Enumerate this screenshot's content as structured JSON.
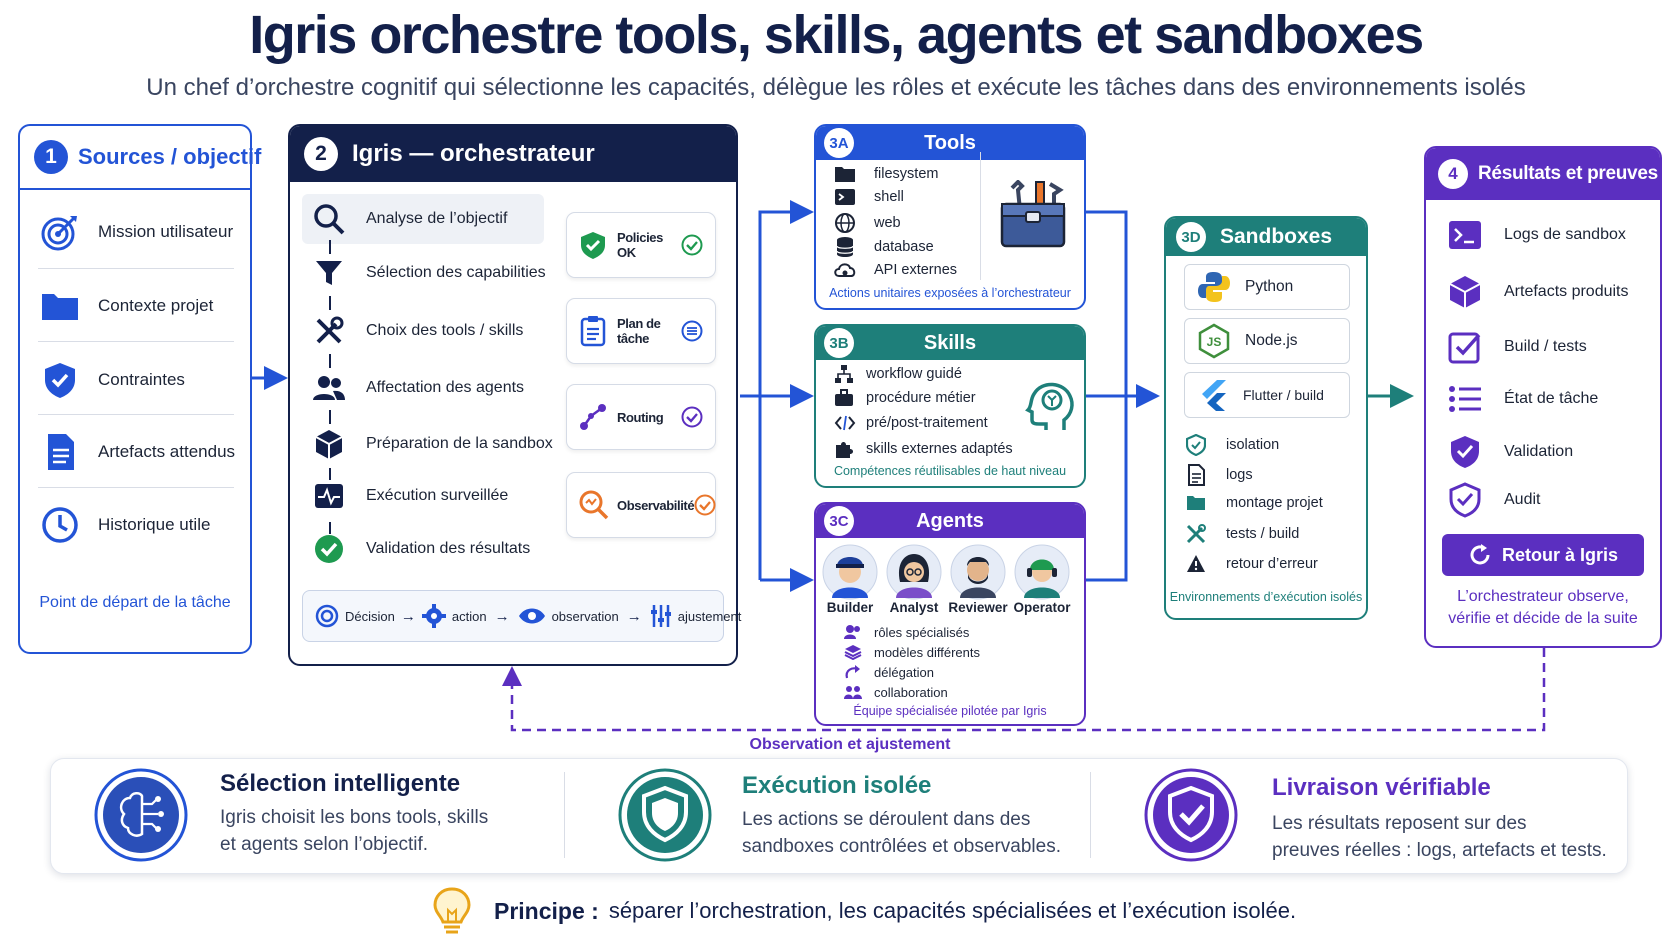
{
  "title": "Igris orchestre tools, skills, agents et sandboxes",
  "subtitle": "Un chef d’orchestre cognitif qui sélectionne les capacités, délègue les rôles et exécute les tâches dans des environnements isolés",
  "colors": {
    "navy": "#13204a",
    "blue": "#2354d6",
    "teal": "#1e7f7a",
    "purple": "#5b2fc0",
    "green": "#1e9a50",
    "orange": "#e9762b"
  },
  "sources": {
    "num": "1",
    "title": "Sources / objectif",
    "items": [
      "Mission utilisateur",
      "Contexte projet",
      "Contraintes",
      "Artefacts attendus",
      "Historique utile"
    ],
    "footer": "Point de départ de la tâche"
  },
  "orch": {
    "num": "2",
    "title": "Igris — orchestrateur",
    "steps": [
      "Analyse de l’objectif",
      "Sélection des capabilities",
      "Choix des tools / skills",
      "Affectation des agents",
      "Préparation de la sandbox",
      "Exécution surveillée",
      "Validation des résultats"
    ],
    "checks": [
      "Policies OK",
      "Plan de tâche",
      "Routing",
      "Observabilité"
    ],
    "loop": [
      "Décision",
      "action",
      "observation",
      "ajustement"
    ]
  },
  "tools": {
    "num": "3A",
    "title": "Tools",
    "items": [
      "filesystem",
      "shell",
      "web",
      "database",
      "API externes"
    ],
    "footer": "Actions unitaires exposées à l’orchestrateur"
  },
  "skills": {
    "num": "3B",
    "title": "Skills",
    "items": [
      "workflow guidé",
      "procédure métier",
      "pré/post-traitement",
      "skills externes adaptés"
    ],
    "footer": "Compétences réutilisables de haut niveau"
  },
  "agents": {
    "num": "3C",
    "title": "Agents",
    "roles": [
      "Builder",
      "Analyst",
      "Reviewer",
      "Operator"
    ],
    "items": [
      "rôles spécialisés",
      "modèles différents",
      "délégation",
      "collaboration"
    ],
    "footer": "Équipe spécialisée pilotée par Igris"
  },
  "sandboxes": {
    "num": "3D",
    "title": "Sandboxes",
    "runtimes": [
      "Python",
      "Node.js",
      "Flutter / build"
    ],
    "items": [
      "isolation",
      "logs",
      "montage projet",
      "tests / build",
      "retour d’erreur"
    ],
    "footer": "Environnements d’exécution isolés"
  },
  "results": {
    "num": "4",
    "title": "Résultats et preuves",
    "items": [
      "Logs de sandbox",
      "Artefacts produits",
      "Build / tests",
      "État de tâche",
      "Validation",
      "Audit"
    ],
    "button": "Retour à Igris",
    "footer_l1": "L’orchestrateur observe,",
    "footer_l2": "vérifie et décide de la suite"
  },
  "feedback_label": "Observation et ajustement",
  "benefits": [
    {
      "title": "Sélection intelligente",
      "l1": "Igris choisit les bons tools, skills",
      "l2": "et agents selon l’objectif."
    },
    {
      "title": "Exécution isolée",
      "l1": "Les actions se déroulent dans des",
      "l2": "sandboxes contrôlées et observables."
    },
    {
      "title": "Livraison vérifiable",
      "l1": "Les résultats reposent sur des",
      "l2": "preuves réelles : logs, artefacts et tests."
    }
  ],
  "principle": {
    "label": "Principe :",
    "text": "séparer l’orchestration, les capacités spécialisées et l’exécution isolée."
  }
}
